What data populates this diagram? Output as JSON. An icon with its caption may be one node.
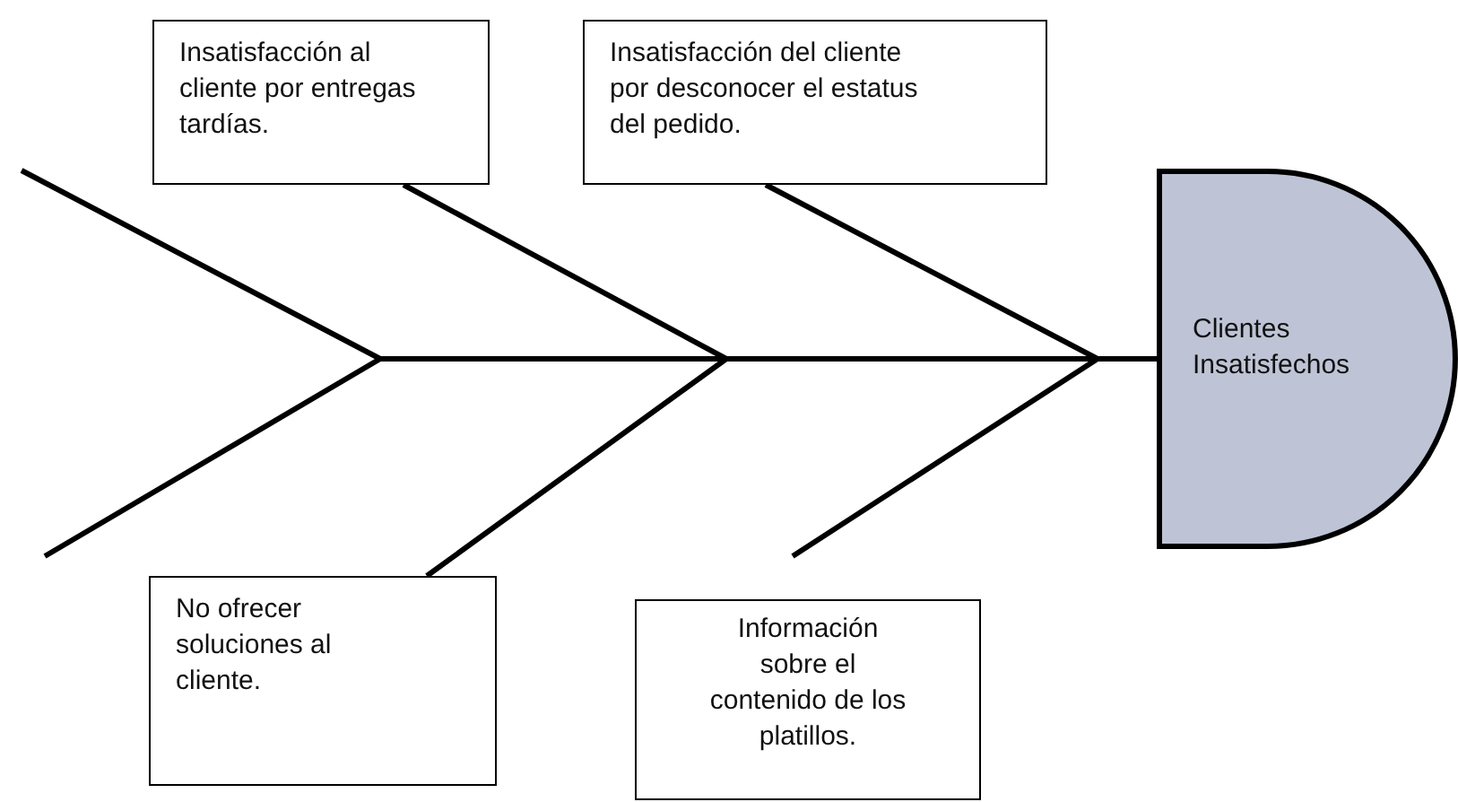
{
  "diagram": {
    "nodes": [
      {
        "text": [
          "Insatisfacción al cliente por entregas tardías."
        ]
      },
      {
        "text": [
          "Insatisfacción del cliente por desconocer el estatus del pedido."
        ]
      },
      {
        "text": [
          "No ofrecer soluciones al cliente."
        ]
      },
      {
        "text": [
          "Información sobre el contenido de los platillos."
        ]
      },
      {
        "text": [
          "Clientes Insatisfechos"
        ]
      }
    ],
    "edges": [
      {
        "from": null,
        "to": 4,
        "arrow": "none"
      },
      {
        "from": 0,
        "to": 4,
        "arrow": "none"
      },
      {
        "from": 1,
        "to": 4,
        "arrow": "none"
      },
      {
        "from": null,
        "to": 4,
        "arrow": "none"
      },
      {
        "from": 2,
        "to": 4,
        "arrow": "none"
      },
      {
        "from": null,
        "to": 4,
        "arrow": "none"
      }
    ]
  }
}
